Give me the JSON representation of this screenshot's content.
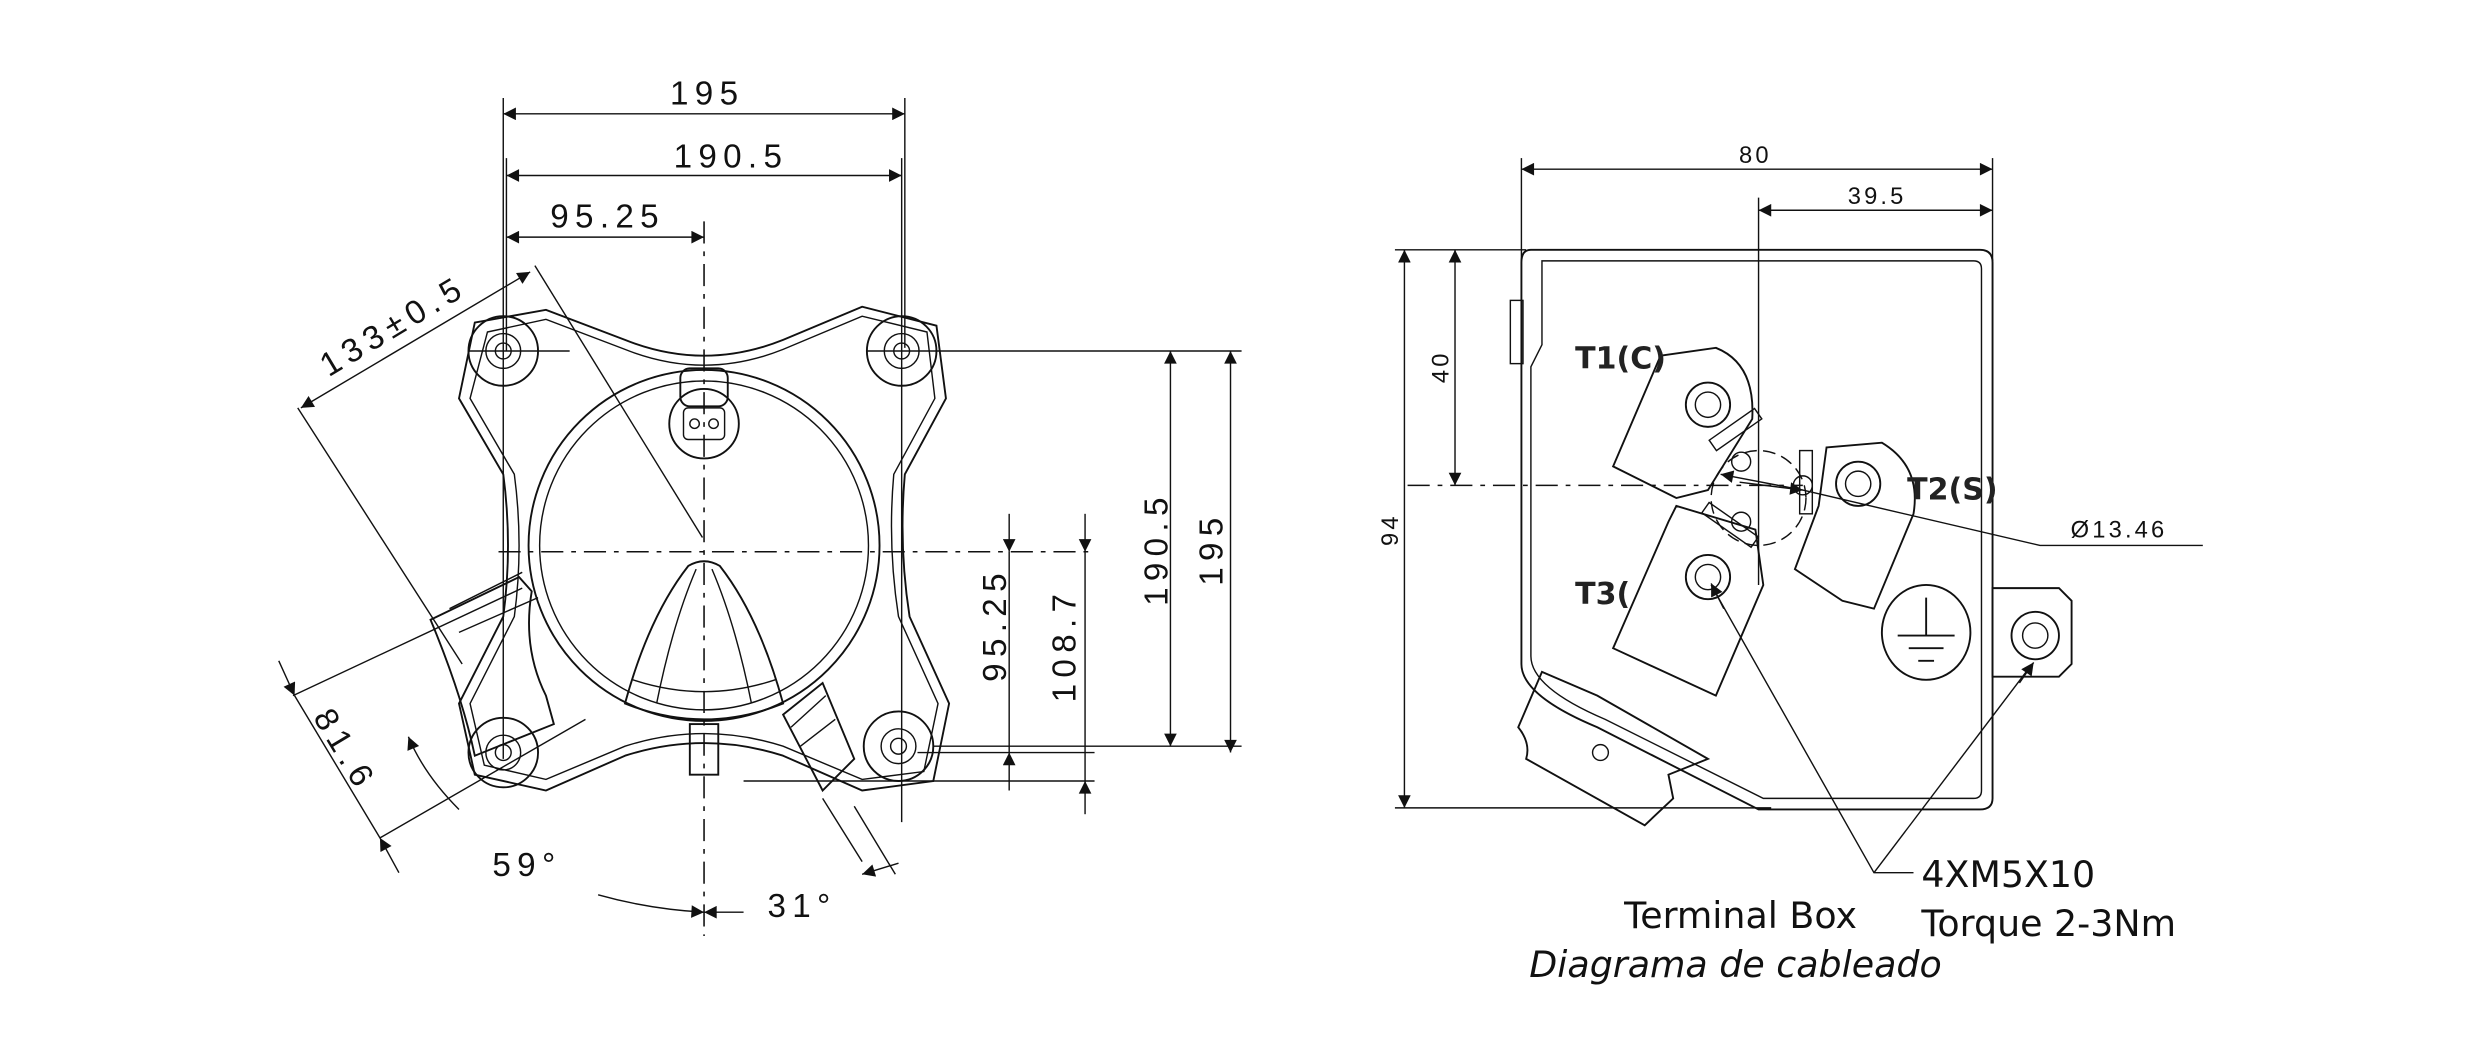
{
  "left_view": {
    "dimensions": {
      "top_width_outer": "195",
      "top_width_inner": "190.5",
      "top_half": "95.25",
      "right_height_inner": "190.5",
      "right_height_outer": "195",
      "center_to_bottom": "95.25",
      "center_to_fitting": "108.7",
      "diagonal": "133±0.5",
      "side_offset": "81.6",
      "angle_left": "59°",
      "angle_right": "31°"
    }
  },
  "terminal_box": {
    "dimensions": {
      "width": "80",
      "terminal_offset_x": "39.5",
      "height": "94",
      "terminal_offset_y": "40",
      "diameter": "Ø13.46"
    },
    "terminals": [
      "T1(C)",
      "T2(S)",
      "T3("
    ],
    "screw_spec": "4XM5X10",
    "torque": "Torque 2-3Nm",
    "title": "Terminal Box",
    "subtitle": "Diagrama de cableado"
  }
}
